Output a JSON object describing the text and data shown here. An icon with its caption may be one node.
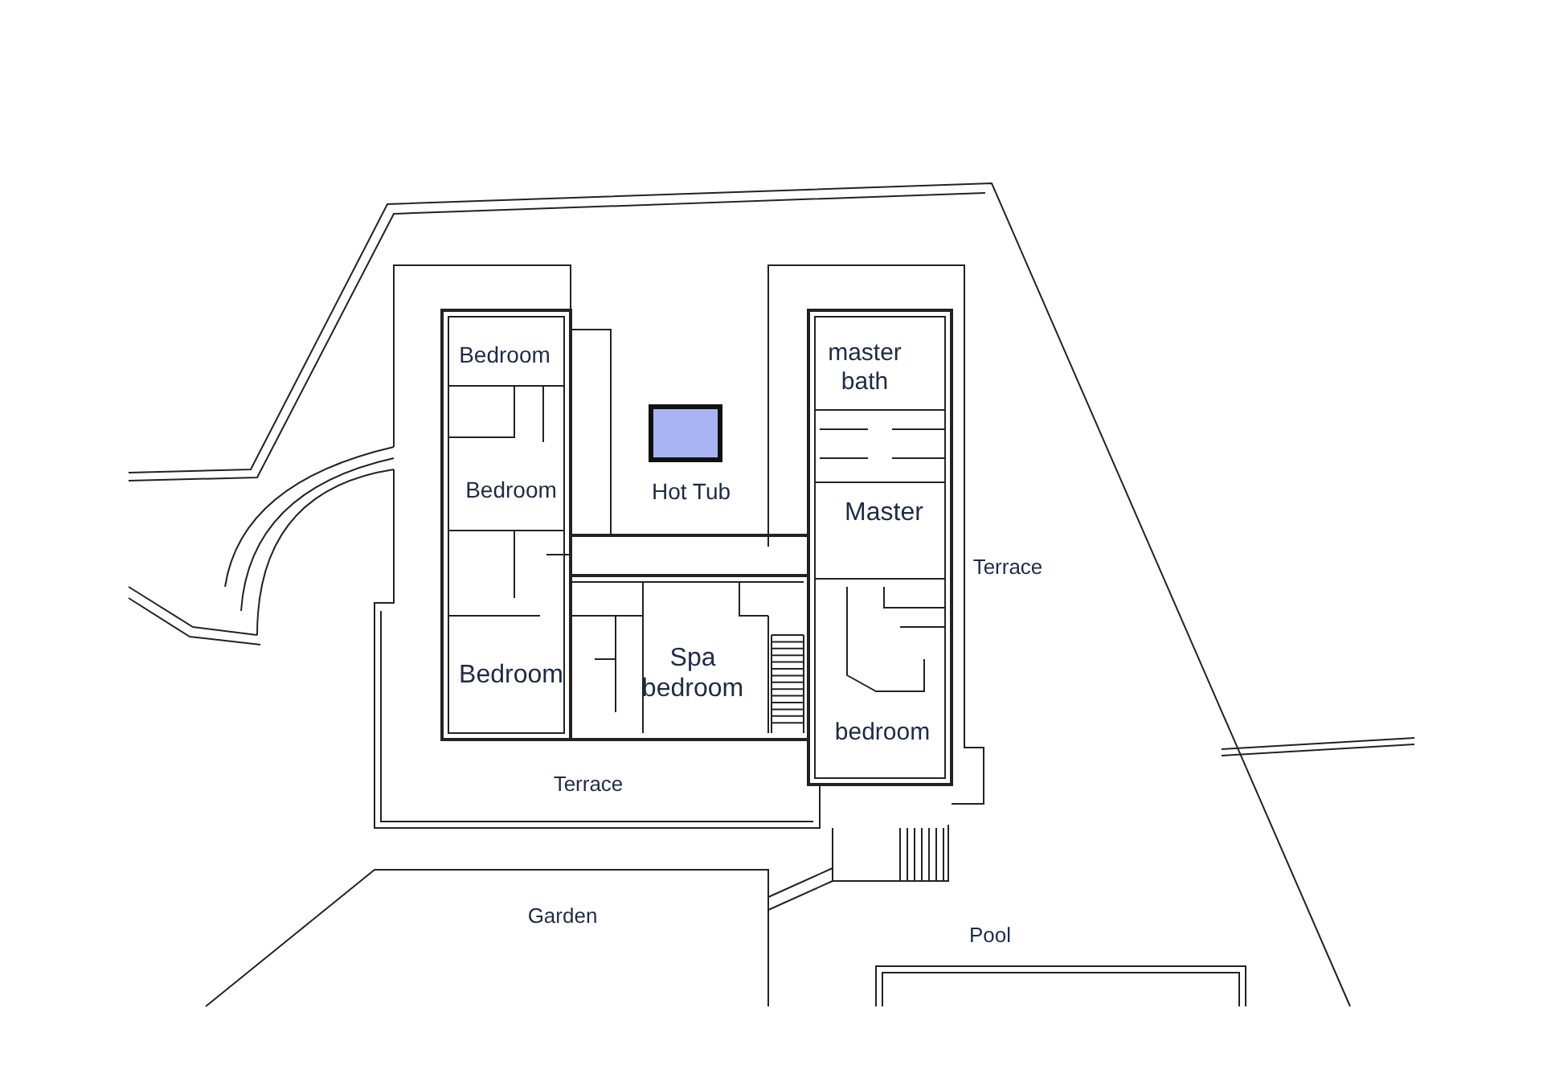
{
  "diagram": {
    "labels": [
      "Bedroom",
      "master bath",
      "Bedroom",
      "Hot Tub",
      "Master",
      "Terrace",
      "Bedroom",
      "Spa bedroom",
      "bedroom",
      "Terrace",
      "Garden",
      "Pool"
    ]
  }
}
